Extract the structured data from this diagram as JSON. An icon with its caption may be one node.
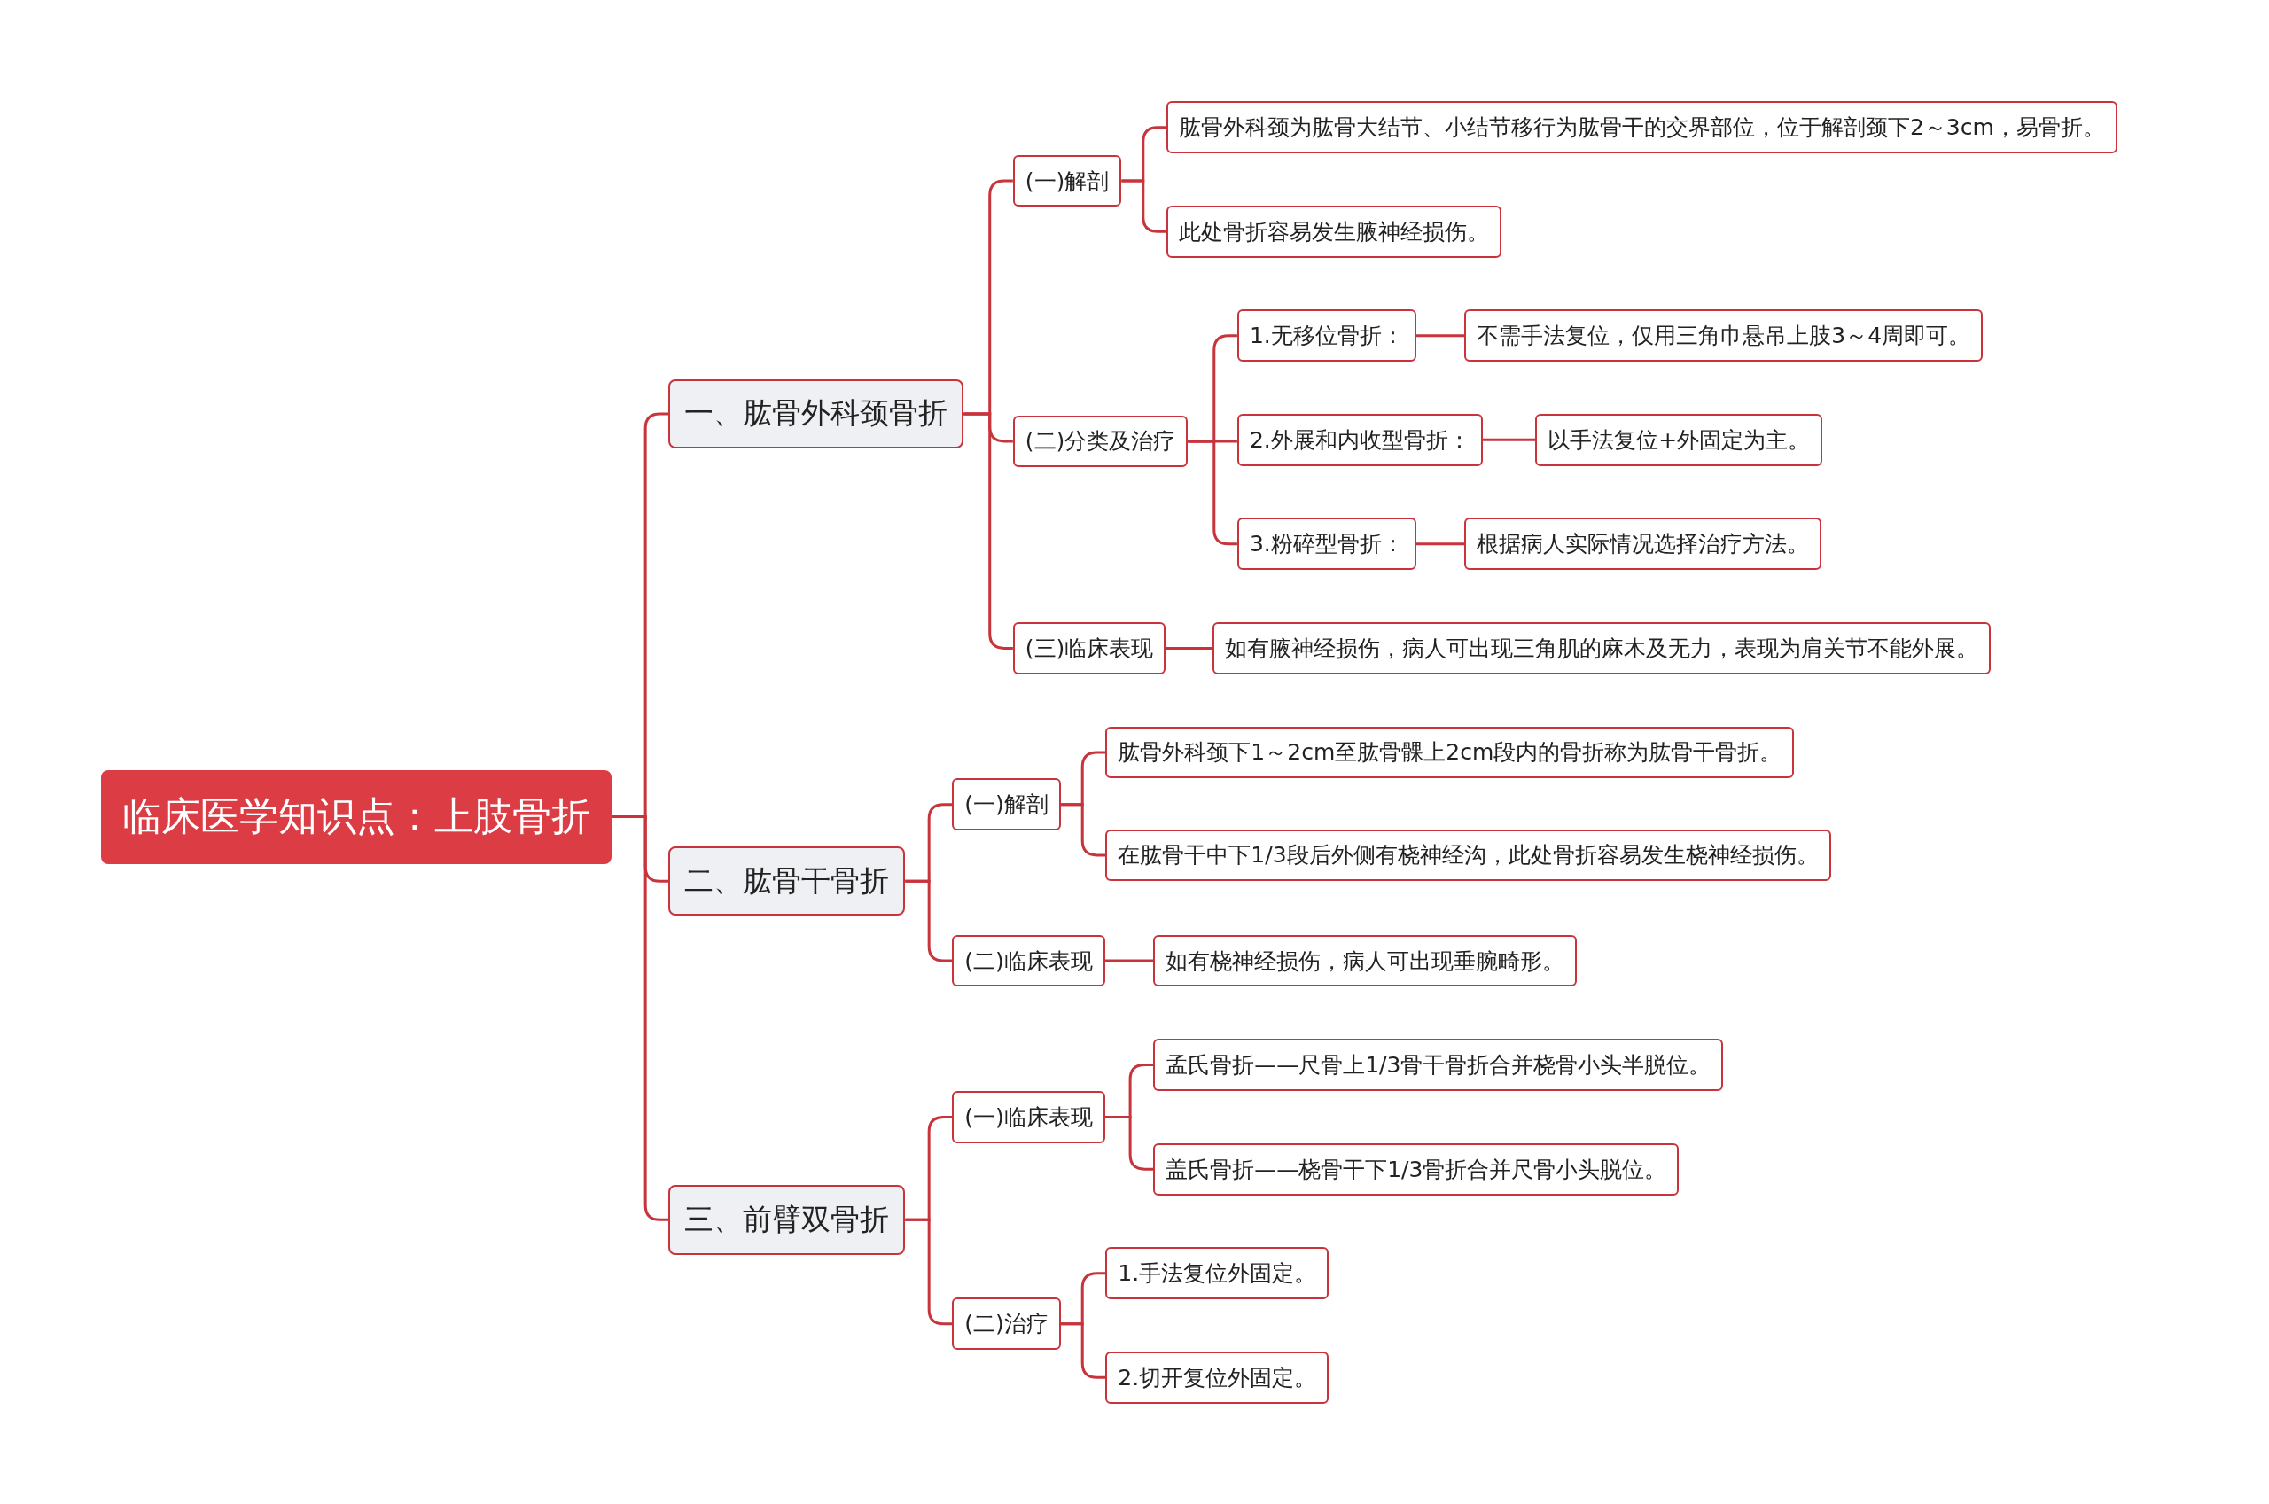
{
  "diagram": {
    "nodes": [
      {
        "text": [
          "临床医学知识点：上肢骨折"
        ]
      },
      {
        "text": [
          "一、肱骨外科颈骨折"
        ]
      },
      {
        "text": [
          "(一)解剖"
        ]
      },
      {
        "text": [
          "肱骨外科颈为肱骨大结节、小结节移行为肱骨干的交界部位，位于解剖颈下2～3cm，易骨折。"
        ]
      },
      {
        "text": [
          "此处骨折容易发生腋神经损伤。"
        ]
      },
      {
        "text": [
          "(二)分类及治疗"
        ]
      },
      {
        "text": [
          "1.无移位骨折："
        ]
      },
      {
        "text": [
          "不需手法复位，仅用三角巾悬吊上肢3～4周即可。"
        ]
      },
      {
        "text": [
          "2.外展和内收型骨折："
        ]
      },
      {
        "text": [
          "以手法复位+外固定为主。"
        ]
      },
      {
        "text": [
          "3.粉碎型骨折："
        ]
      },
      {
        "text": [
          "根据病人实际情况选择治疗方法。"
        ]
      },
      {
        "text": [
          "(三)临床表现"
        ]
      },
      {
        "text": [
          "如有腋神经损伤，病人可出现三角肌的麻木及无力，表现为肩关节不能外展。"
        ]
      },
      {
        "text": [
          "二、肱骨干骨折"
        ]
      },
      {
        "text": [
          "(一)解剖"
        ]
      },
      {
        "text": [
          "肱骨外科颈下1～2cm至肱骨髁上2cm段内的骨折称为肱骨干骨折。"
        ]
      },
      {
        "text": [
          "在肱骨干中下1/3段后外侧有桡神经沟，此处骨折容易发生桡神经损伤。"
        ]
      },
      {
        "text": [
          "(二)临床表现"
        ]
      },
      {
        "text": [
          "如有桡神经损伤，病人可出现垂腕畸形。"
        ]
      },
      {
        "text": [
          "三、前臂双骨折"
        ]
      },
      {
        "text": [
          "(一)临床表现"
        ]
      },
      {
        "text": [
          "孟氏骨折——尺骨上1/3骨干骨折合并桡骨小头半脱位。"
        ]
      },
      {
        "text": [
          "盖氏骨折——桡骨干下1/3骨折合并尺骨小头脱位。"
        ]
      },
      {
        "text": [
          "(二)治疗"
        ]
      },
      {
        "text": [
          "1.手法复位外固定。"
        ]
      },
      {
        "text": [
          "2.切开复位外固定。"
        ]
      }
    ],
    "edges": [
      {
        "from": 0,
        "to": 1,
        "arrow": "none"
      },
      {
        "from": 1,
        "to": 2,
        "arrow": "none"
      },
      {
        "from": 2,
        "to": 3,
        "arrow": "none"
      },
      {
        "from": 2,
        "to": 4,
        "arrow": "none"
      },
      {
        "from": 1,
        "to": 5,
        "arrow": "none"
      },
      {
        "from": 5,
        "to": 6,
        "arrow": "none"
      },
      {
        "from": 6,
        "to": 7,
        "arrow": "none"
      },
      {
        "from": 5,
        "to": 8,
        "arrow": "none"
      },
      {
        "from": 8,
        "to": 9,
        "arrow": "none"
      },
      {
        "from": 5,
        "to": 10,
        "arrow": "none"
      },
      {
        "from": 10,
        "to": 11,
        "arrow": "none"
      },
      {
        "from": 1,
        "to": 12,
        "arrow": "none"
      },
      {
        "from": 12,
        "to": 13,
        "arrow": "none"
      },
      {
        "from": 0,
        "to": 14,
        "arrow": "none"
      },
      {
        "from": 14,
        "to": 15,
        "arrow": "none"
      },
      {
        "from": 15,
        "to": 16,
        "arrow": "none"
      },
      {
        "from": 15,
        "to": 17,
        "arrow": "none"
      },
      {
        "from": 14,
        "to": 18,
        "arrow": "none"
      },
      {
        "from": 18,
        "to": 19,
        "arrow": "none"
      },
      {
        "from": 0,
        "to": 20,
        "arrow": "none"
      },
      {
        "from": 20,
        "to": 21,
        "arrow": "none"
      },
      {
        "from": 21,
        "to": 22,
        "arrow": "none"
      },
      {
        "from": 21,
        "to": 23,
        "arrow": "none"
      },
      {
        "from": 20,
        "to": 24,
        "arrow": "none"
      },
      {
        "from": 24,
        "to": 25,
        "arrow": "none"
      },
      {
        "from": 24,
        "to": 26,
        "arrow": "none"
      }
    ]
  }
}
